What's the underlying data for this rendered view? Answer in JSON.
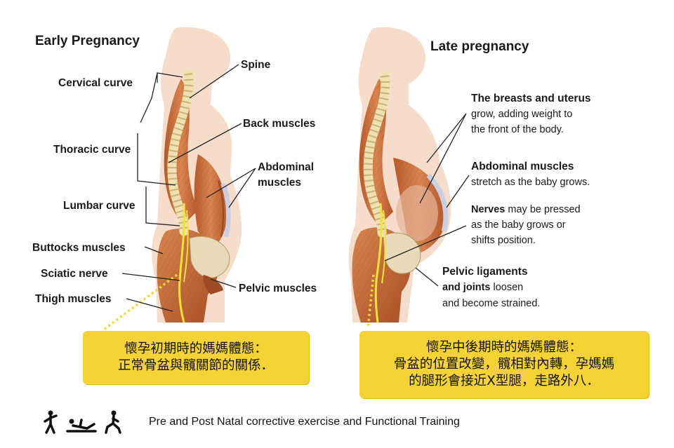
{
  "left_panel": {
    "title": "Early Pregnancy",
    "labels": {
      "spine": "Spine",
      "cervical": "Cervical curve",
      "back": "Back muscles",
      "thoracic": "Thoracic curve",
      "abdominal_1": "Abdominal",
      "abdominal_2": "muscles",
      "lumbar": "Lumbar curve",
      "buttocks": "Buttocks muscles",
      "sciatic": "Sciatic nerve",
      "thigh": "Thigh muscles",
      "pelvic": "Pelvic muscles"
    }
  },
  "right_panel": {
    "title": "Late pregnancy",
    "notes": {
      "breasts_bold": "The breasts and uterus",
      "breasts_l2": "grow, adding weight to",
      "breasts_l3": "the front of the body.",
      "abd_bold": "Abdominal muscles",
      "abd_l2": "stretch as the baby grows.",
      "nerves_bold": "Nerves",
      "nerves_rest": " may be pressed",
      "nerves_l2": "as the baby grows or",
      "nerves_l3": "shifts position.",
      "pelvic_bold_1": "Pelvic ligaments",
      "pelvic_bold_2": "and joints",
      "pelvic_rest": " loosen",
      "pelvic_l3": "and become strained."
    }
  },
  "captions": {
    "early": {
      "line1": "懷孕初期時的媽媽體態：",
      "line2": "正常骨盆與髖關節的關係．"
    },
    "late": {
      "line1": "懷孕中後期時的媽媽體態：",
      "line2": "骨盆的位置改變，髖相對內轉，孕媽媽",
      "line3": "的腿形會接近X型腿，走路外八．"
    }
  },
  "footer": {
    "text": "Pre and Post Natal corrective exercise and Functional Training",
    "icons": [
      "standing-figure-icon",
      "lying-figure-icon",
      "lunging-figure-icon"
    ]
  },
  "colors": {
    "caption_bg": "#f5d336",
    "muscle": "#c9703d",
    "muscle_dark": "#9c4a23",
    "spine": "#efe2b0",
    "nerve": "#f2e23a",
    "silhouette": "#f6dccb",
    "uterus": "#c7cfe3"
  }
}
